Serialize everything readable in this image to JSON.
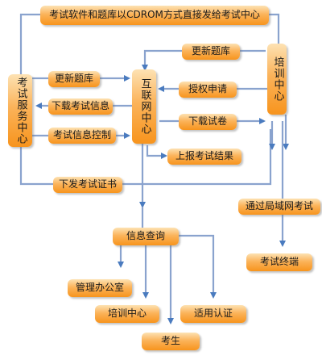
{
  "nodes": {
    "cdrom": "考试软件和题库以CDROM方式直接发给考试中心",
    "exam_service_center": "考试服务中心",
    "internet_center": "互联网中心",
    "training_center_right": "培训中心",
    "update_bank_left": "更新题库",
    "download_exam_info": "下载考试信息",
    "exam_info_control": "考试信息控制",
    "update_bank_right": "更新题库",
    "authorize_apply": "授权申请",
    "download_exam_paper": "下载试卷",
    "report_results": "上报考试结果",
    "issue_certificate": "下发考试证书",
    "lan_exam": "通过局域网考试",
    "exam_terminal": "考试终端",
    "info_query": "信息查询",
    "management_office": "管理办公室",
    "training_center_bottom": "培训中心",
    "applicable_cert": "适用认证",
    "candidate": "考生"
  },
  "colors": {
    "line": "#8aa3ce",
    "arrow": "#4a7bbf"
  }
}
